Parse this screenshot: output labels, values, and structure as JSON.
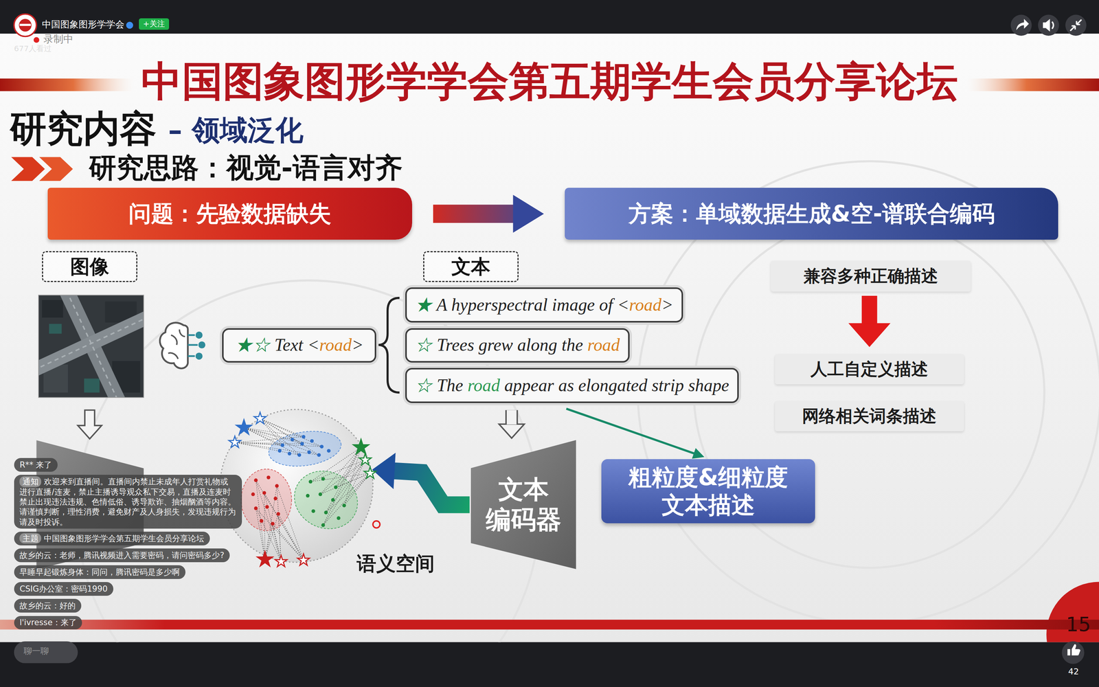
{
  "diagram": {
    "title": "中国图象图形学学会第五期学生会员分享论坛",
    "nodes": [
      {
        "text": [
          "问题：先验数据缺失"
        ]
      },
      {
        "text": [
          "方案：单域数据生成&空-谱联合编码"
        ]
      },
      {
        "text": [
          "图像"
        ]
      },
      {
        "text": [
          "文本"
        ]
      },
      {
        "text": [
          "★☆ Text <road>"
        ]
      },
      {
        "text": [
          "★ A hyperspectral image of <road>"
        ]
      },
      {
        "text": [
          "☆ Trees grew along the road"
        ]
      },
      {
        "text": [
          "☆ The road appear as elongated strip shape"
        ]
      },
      {
        "text": [
          "兼容多种正确描述"
        ]
      },
      {
        "text": [
          "人工自定义描述"
        ]
      },
      {
        "text": [
          "网络相关词条描述"
        ]
      },
      {
        "text": [
          "语义空间"
        ]
      },
      {
        "text": [
          "文本 编码器"
        ]
      },
      {
        "text": [
          "粗粒度&细粒度 文本描述"
        ]
      }
    ],
    "edges": [
      {
        "from": 0,
        "to": 1,
        "arrow": "to"
      },
      {
        "from": 8,
        "to": 9,
        "arrow": "to"
      },
      {
        "from": 7,
        "to": 13,
        "arrow": "to"
      },
      {
        "from": 7,
        "to": 12,
        "arrow": "to"
      },
      {
        "from": 12,
        "to": 11,
        "arrow": "to"
      }
    ],
    "labels": [
      "中国图象图形学学会",
      "+关注",
      "录制中",
      "677人看过",
      "研究内容",
      "– 领域泛化",
      "研究思路：视觉-语言对齐",
      "15",
      "R** 来了",
      "通知",
      "欢迎来到直播间。直播间内禁止未成年人打赏礼物或进行直播/连麦，禁止主播诱导观众私下交易，直播及连麦时禁止出现违法违规、色情低俗、诱导欺诈、抽烟酗酒等内容。请谨慎判断，理性消费，避免财产及人身损失，发现违规行为请及时投诉。",
      "主题",
      "中国图象图形学学会第五期学生会员分享论坛",
      "故乡的云：老师，腾讯视频进入需要密码，请问密码多少?",
      "早睡早起锻炼身体：同问，腾讯密码是多少啊",
      "CSIG办公室：密码1990",
      "故乡的云：好的",
      "l'ivresse：来了",
      "聊一聊",
      "42"
    ]
  }
}
